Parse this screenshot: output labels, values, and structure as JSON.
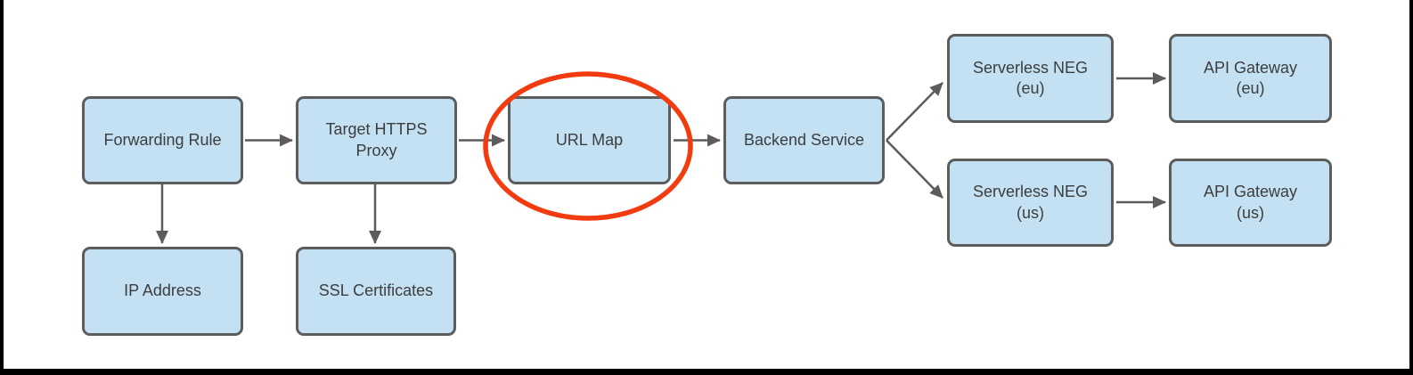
{
  "colors": {
    "background": "#ffffff",
    "frame": "#000000",
    "node_fill": "#c3e1f3",
    "node_border": "#5c5c5c",
    "node_text": "#3d3d3d",
    "arrow": "#5c5c5c",
    "highlight": "#f23b0f"
  },
  "diagram": {
    "nodes": {
      "forwarding_rule": {
        "label": "Forwarding Rule"
      },
      "target_https_proxy": {
        "label": "Target HTTPS\nProxy"
      },
      "url_map": {
        "label": "URL Map"
      },
      "backend_service": {
        "label": "Backend Service"
      },
      "serverless_neg_eu": {
        "label": "Serverless NEG\n(eu)"
      },
      "api_gateway_eu": {
        "label": "API Gateway\n(eu)"
      },
      "serverless_neg_us": {
        "label": "Serverless NEG\n(us)"
      },
      "api_gateway_us": {
        "label": "API Gateway\n(us)"
      },
      "ip_address": {
        "label": "IP Address"
      },
      "ssl_certificates": {
        "label": "SSL Certificates"
      }
    },
    "edges": [
      {
        "from": "forwarding_rule",
        "to": "target_https_proxy"
      },
      {
        "from": "target_https_proxy",
        "to": "url_map"
      },
      {
        "from": "url_map",
        "to": "backend_service"
      },
      {
        "from": "backend_service",
        "to": "serverless_neg_eu"
      },
      {
        "from": "backend_service",
        "to": "serverless_neg_us"
      },
      {
        "from": "serverless_neg_eu",
        "to": "api_gateway_eu"
      },
      {
        "from": "serverless_neg_us",
        "to": "api_gateway_us"
      },
      {
        "from": "forwarding_rule",
        "to": "ip_address"
      },
      {
        "from": "target_https_proxy",
        "to": "ssl_certificates"
      }
    ],
    "annotation": {
      "shape": "ellipse",
      "around": "url_map",
      "color": "#f23b0f"
    }
  }
}
